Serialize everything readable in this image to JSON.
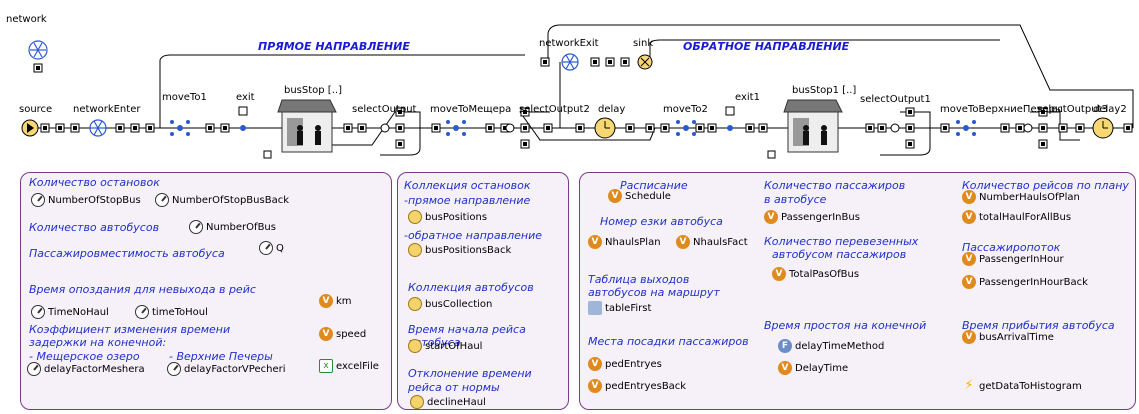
{
  "diagram": {
    "network_label": "network",
    "header_forward": "ПРЯМОЕ НАПРАВЛЕНИЕ",
    "header_back": "ОБРАТНОЕ НАПРАВЛЕНИЕ",
    "blocks": {
      "source": "source",
      "networkEnter": "networkEnter",
      "moveTo1": "moveTo1",
      "exit": "exit",
      "busStop": "busStop [..]",
      "selectOutput": "selectOutput",
      "moveToMeshchera": "moveToМещера",
      "selectOutput2": "selectOutput2",
      "delay": "delay",
      "networkExit": "networkExit",
      "sink": "sink",
      "moveTo2": "moveTo2",
      "exit1": "exit1",
      "busStop1": "busStop1 [..]",
      "selectOutput1": "selectOutput1",
      "moveToVerkhnie": "moveToВерхниеПечеры",
      "selectOutput3": "selectOutput3",
      "delay2": "delay2"
    }
  },
  "panel_left": {
    "h_stops": "Количество остановок",
    "p_stop_bus": "NumberOfStopBus",
    "p_stop_bus_back": "NumberOfStopBusBack",
    "h_buses": "Количество автобусов",
    "p_num_bus": "NumberOfBus",
    "h_capacity": "Пассажировместимость автобуса",
    "p_q": "Q",
    "h_late": "Время опоздания для невыхода в рейс",
    "p_time_no_haul": "TimeNoHaul",
    "p_time_to_houl": "timeToHoul",
    "v_km": "km",
    "h_coef1": "Коэффициент изменения времени",
    "h_coef2": "задержки на конечной:",
    "v_speed": "speed",
    "h_lake": "- Мещерское озеро",
    "h_pech": "- Верхние Печеры",
    "p_delay_meshera": "delayFactorMeshera",
    "p_delay_vpecheri": "delayFactorVPecheri",
    "excel": "excelFile"
  },
  "panel_mid": {
    "h_coll1": "Коллекция остановок",
    "h_coll2": "-прямое направление",
    "c_bus_positions": "busPositions",
    "h_coll3": "-обратное направление",
    "c_bus_positions_back": "busPositionsBack",
    "h_bus_coll": "Коллекция автобусов",
    "c_bus_collection": "busCollection",
    "h_start1": "Время начала рейса",
    "h_start2": "автобуса",
    "c_start_of_haul": "startOfHaul",
    "h_dev1": "Отклонение времени",
    "h_dev2": "рейса от нормы",
    "c_decline_haul": "declineHaul"
  },
  "panel_right": {
    "h_schedule": "Расписание",
    "v_schedule": "Schedule",
    "h_trip_num": "Номер езки автобуса",
    "v_nhauls_plan": "NhaulsPlan",
    "v_nhauls_fact": "NhaulsFact",
    "h_table1": "Таблица выходов",
    "h_table2": "автобусов на маршрут",
    "t_table_first": "tableFirst",
    "h_ped": "Места посадки пассажиров",
    "v_ped_entryes": "pedEntryes",
    "v_ped_entryes_back": "pedEntryesBack",
    "h_pass1": "Количество пассажиров",
    "h_pass2": "в автобусе",
    "v_pass_in_bus": "PassengerInBus",
    "h_carried1": "Количество перевезенных",
    "h_carried2": "автобусом пассажиров",
    "v_total_pas": "TotalPasOfBus",
    "h_idle": "Время простоя на конечной",
    "f_delay_method": "delayTimeMethod",
    "v_delay_time": "DelayTime",
    "h_trips_plan": "Количество рейсов по плану",
    "v_hauls_plan": "NumberHaulsOfPlan",
    "v_total_haul": "totalHaulForAllBus",
    "h_flow": "Пассажиропоток",
    "v_pass_hour": "PassengerInHour",
    "v_pass_hour_back": "PassengerInHourBack",
    "h_arrival1": "Время прибытия автобуса",
    "v_arrival": "busArrivalTime",
    "e_get_data": "getDataToHistogram"
  },
  "colors": {
    "panel_border": "#7a3a8a",
    "heading_blue": "#1a1ad6",
    "variable": "#e08a1e",
    "flow": "#2a5ad0"
  }
}
